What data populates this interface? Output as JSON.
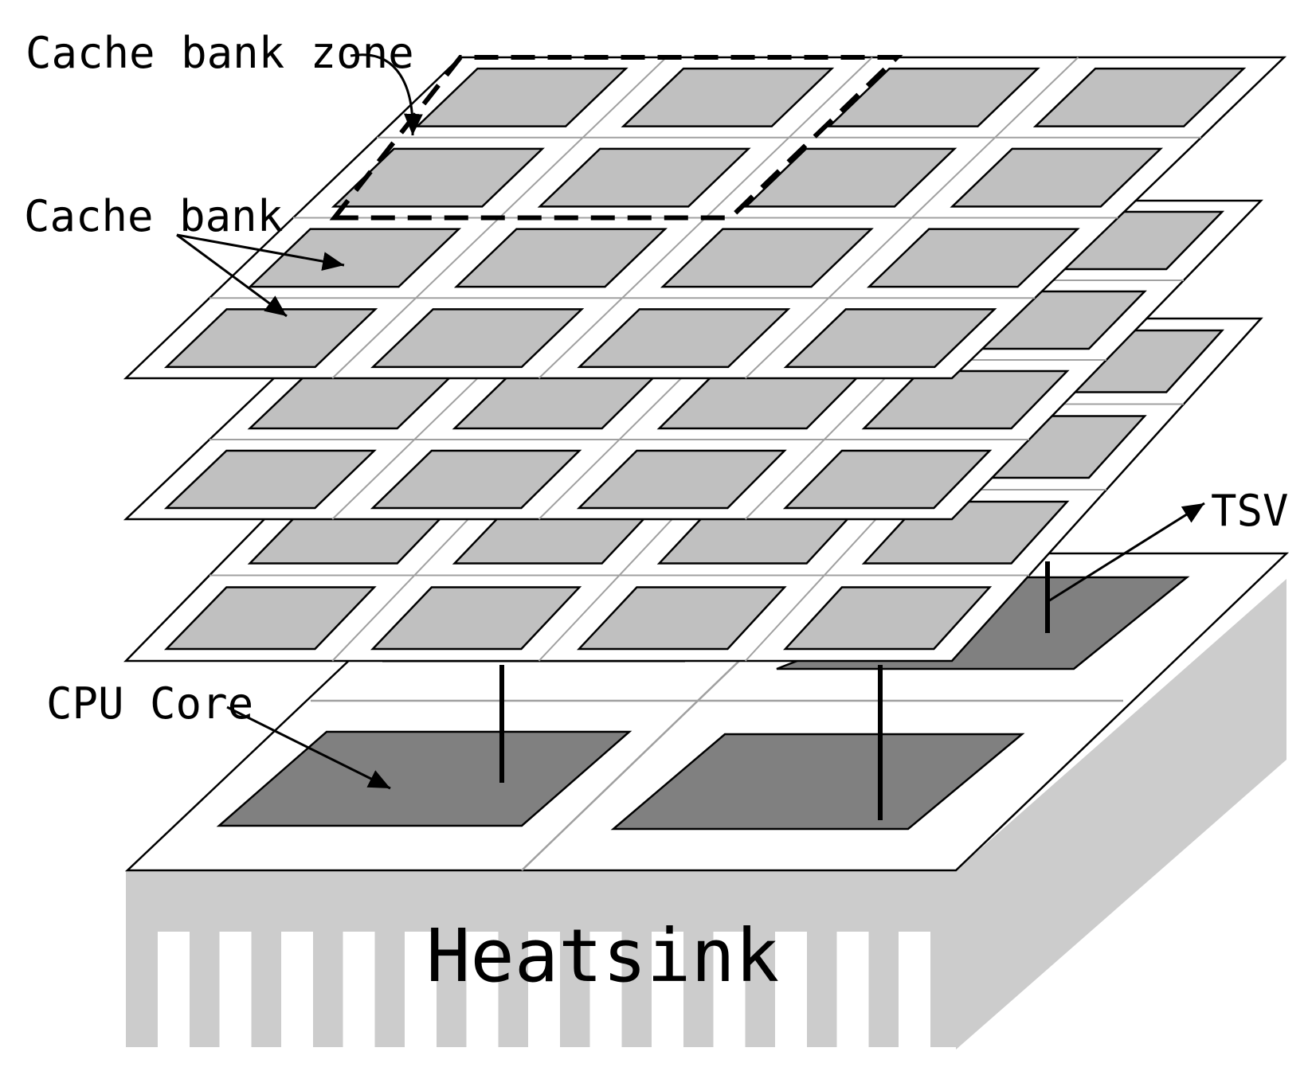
{
  "labels": {
    "cache_bank_zone": "Cache bank zone",
    "cache_bank": "Cache bank",
    "tsv": "TSV",
    "cpu_core": "CPU Core",
    "heatsink": "Heatsink"
  },
  "colors": {
    "cache_bank_fill": "#c0c0c0",
    "cpu_core_fill": "#808080",
    "heatsink_fill": "#cccccc",
    "outline": "#000000",
    "grid_line": "#a0a0a0"
  },
  "structure": {
    "cache_layers": 3,
    "bank_rows_per_layer": 4,
    "bank_cols_per_layer": 4,
    "cpu_cores": 4,
    "heatsink_fins": 13
  }
}
